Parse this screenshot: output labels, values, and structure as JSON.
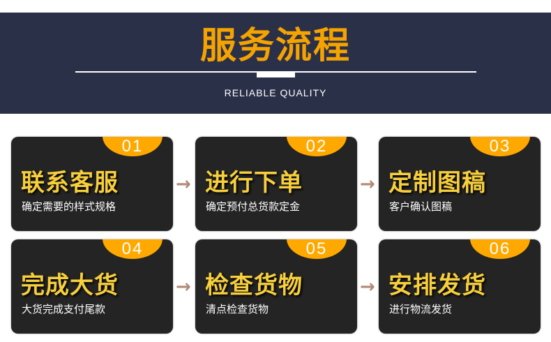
{
  "header": {
    "title": "服务流程",
    "subtitle": "RELIABLE QUALITY"
  },
  "steps": [
    {
      "num": "01",
      "title": "联系客服",
      "desc": "确定需要的样式规格"
    },
    {
      "num": "02",
      "title": "进行下单",
      "desc": "确定预付总货款定金"
    },
    {
      "num": "03",
      "title": "定制图稿",
      "desc": "客户确认图稿"
    },
    {
      "num": "04",
      "title": "完成大货",
      "desc": "大货完成支付尾款"
    },
    {
      "num": "05",
      "title": "检查货物",
      "desc": "清点检查货物"
    },
    {
      "num": "06",
      "title": "安排发货",
      "desc": "进行物流发货"
    }
  ],
  "arrow": "→"
}
